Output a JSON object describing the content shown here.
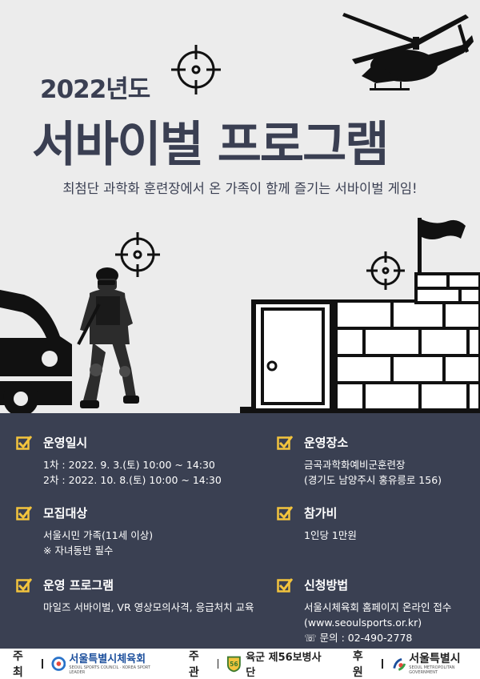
{
  "header": {
    "year": "2022년도",
    "title": "서바이벌 프로그램",
    "subtitle": "최첨단 과학화 훈련장에서 온 가족이 함께 즐기는 서바이벌 게임!"
  },
  "info": {
    "schedule": {
      "heading": "운영일시",
      "lines": [
        "1차 : 2022. 9. 3.(토) 10:00 ~ 14:30",
        "2차 : 2022. 10. 8.(토) 10:00 ~ 14:30"
      ]
    },
    "location": {
      "heading": "운영장소",
      "lines": [
        "금곡과학화예비군훈련장",
        "(경기도 남양주시 홍유릉로 156)"
      ]
    },
    "target": {
      "heading": "모집대상",
      "lines": [
        "서울시민 가족(11세 이상)",
        "※ 자녀동반 필수"
      ]
    },
    "fee": {
      "heading": "참가비",
      "lines": [
        "1인당 1만원"
      ]
    },
    "program": {
      "heading": "운영 프로그램",
      "lines": [
        "마일즈 서바이벌, VR 영상모의사격, 응급처치 교육"
      ]
    },
    "apply": {
      "heading": "신청방법",
      "lines": [
        "서울시체육회 홈페이지 온라인 접수",
        "(www.seoulsports.or.kr)",
        "☏ 문의 : 02-490-2778"
      ]
    }
  },
  "footer": {
    "host_label": "주최",
    "host_org": "서울특별시체육회",
    "host_org_sub": "SEOUL SPORTS COUNCIL · KOREA SPORT LEADER",
    "organizer_label": "주관",
    "organizer_org": "육군 제56보병사단",
    "sponsor_label": "후원",
    "sponsor_org": "서울특별시",
    "sponsor_org_sub": "SEOUL METROPOLITAN GOVERNMENT"
  },
  "colors": {
    "background": "#ececec",
    "navy": "#3a4052",
    "accent_yellow": "#f3c43d",
    "title_text": "#3a3f52"
  }
}
